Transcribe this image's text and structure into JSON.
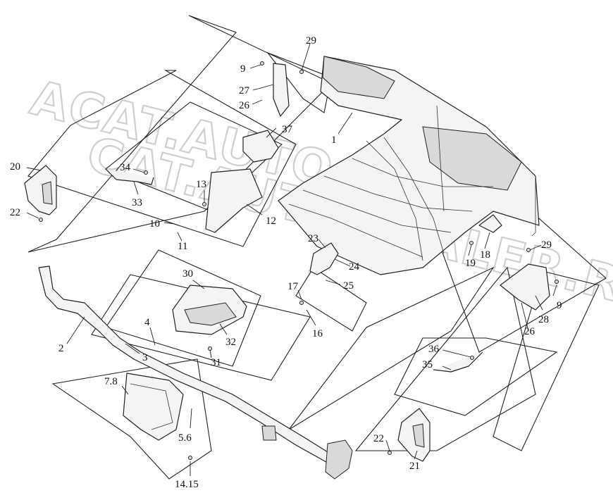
{
  "watermark": {
    "line1": "ACAT.AUTO",
    "line2": "CAT.AUTODEALER.RU"
  },
  "labels": {
    "n1": "1",
    "n2": "2",
    "n3": "3",
    "n4": "4",
    "n5_6": "5.6",
    "n7_8": "7.8",
    "n9a": "9",
    "n9b": "9",
    "n10": "10",
    "n11": "11",
    "n12": "12",
    "n13": "13",
    "n14_15": "14.15",
    "n16": "16",
    "n17": "17",
    "n18": "18",
    "n19": "19",
    "n20": "20",
    "n21": "21",
    "n22a": "22",
    "n22b": "22",
    "n23": "23",
    "n24": "24",
    "n25": "25",
    "n26a": "26",
    "n26b": "26",
    "n27": "27",
    "n28": "28",
    "n29a": "29",
    "n29b": "29",
    "n30": "30",
    "n31": "31",
    "n32": "32",
    "n33": "33",
    "n34": "34",
    "n35": "35",
    "n36": "36",
    "n37": "37"
  }
}
